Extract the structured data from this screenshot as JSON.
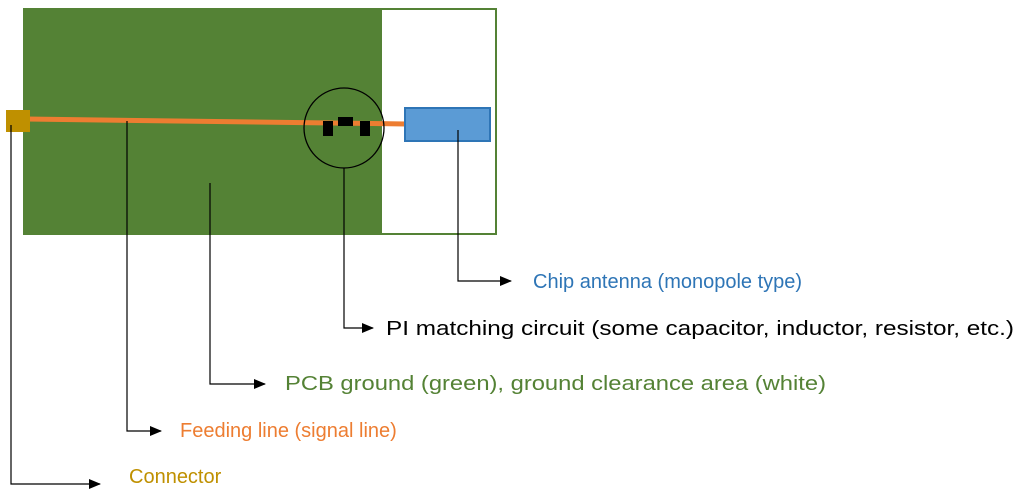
{
  "labels": {
    "chip_antenna": "Chip antenna (monopole type)",
    "pi_matching": "PI matching circuit (some capacitor, inductor, resistor, etc.)",
    "pcb_ground": "PCB ground (green), ground clearance area (white)",
    "feeding_line": "Feeding line (signal line)",
    "connector": "Connector"
  },
  "colors": {
    "ground_fill": "#548235",
    "board_border": "#548235",
    "feed_line": "#ED7D31",
    "connector": "#BF9000",
    "antenna_fill": "#5B9BD5",
    "antenna_border": "#2E75B6",
    "component": "#000000",
    "leader": "#000000",
    "chip_antenna_text": "#2E75B6",
    "pi_text": "#000000",
    "pcb_text": "#548235",
    "feed_text": "#ED7D31",
    "connector_text": "#BF9000"
  }
}
